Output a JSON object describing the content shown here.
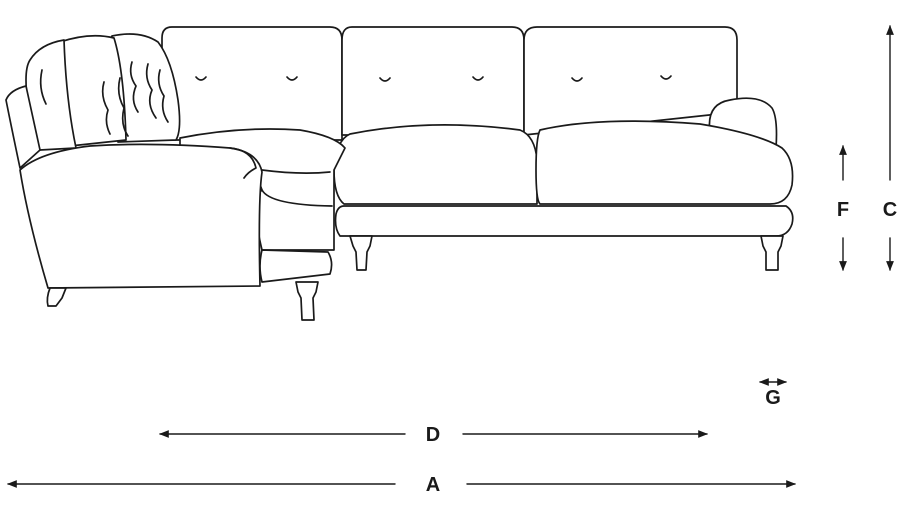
{
  "diagram": {
    "dimension_labels": {
      "a": "A",
      "c": "C",
      "d": "D",
      "f": "F",
      "g": "G"
    },
    "line_color": "#1a1a1a",
    "background_color": "#ffffff"
  }
}
